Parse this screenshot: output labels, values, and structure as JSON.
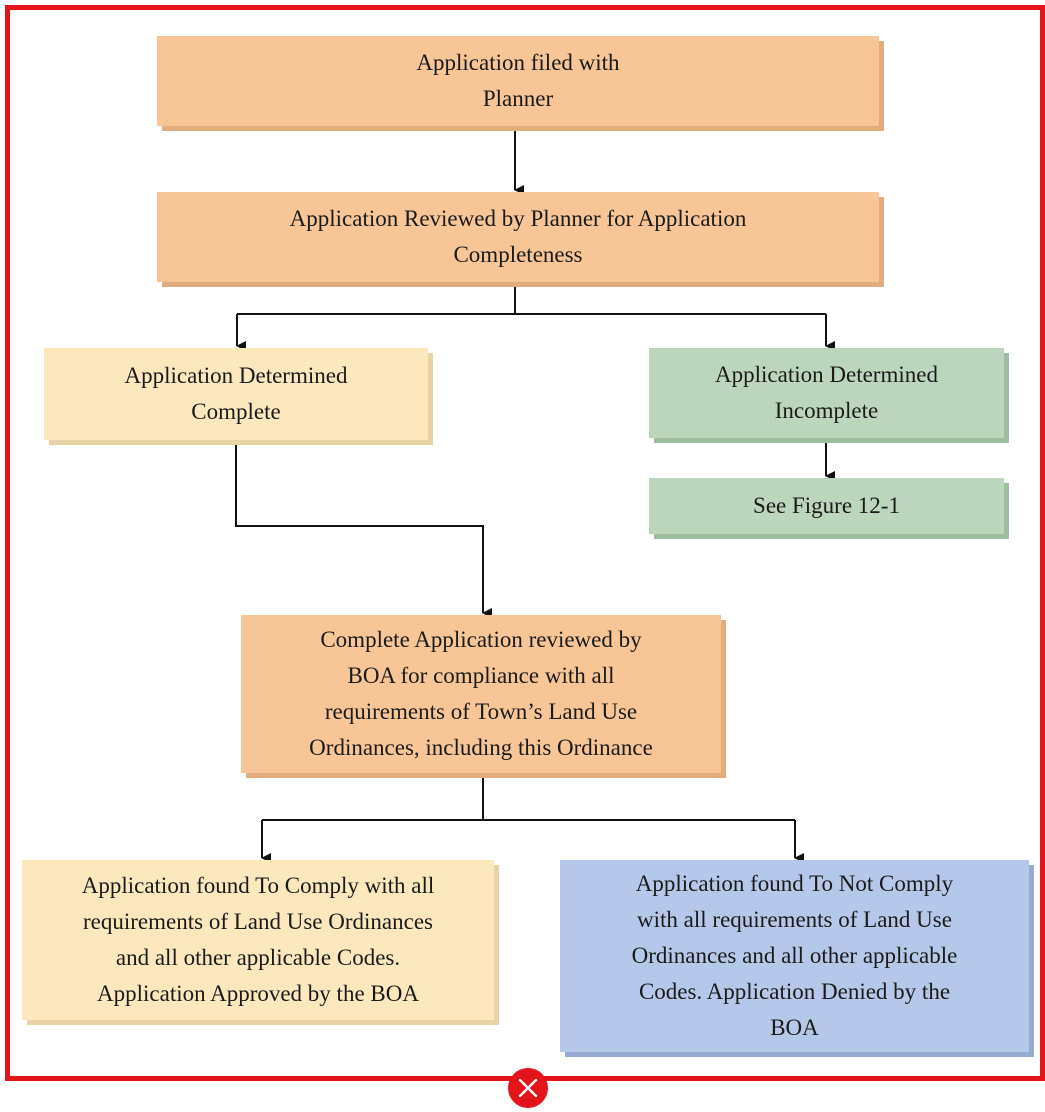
{
  "diagram": {
    "nodes": {
      "filed": "Application filed with\nPlanner",
      "reviewed": "Application Reviewed by Planner for Application\nCompleteness",
      "complete": "Application Determined\nComplete",
      "incomplete": "Application Determined\nIncomplete",
      "see_figure": "See Figure 12-1",
      "boa_review": "Complete Application reviewed by\nBOA for compliance with all\nrequirements of Town’s Land Use\nOrdinances, including this Ordinance",
      "approved": "Application found To Comply with all\nrequirements of Land Use Ordinances\nand all other applicable Codes.\nApplication Approved by the BOA",
      "denied": "Application found To Not Comply\nwith all requirements of Land Use\nOrdinances and all other applicable\nCodes. Application Denied by the\nBOA"
    },
    "colors": {
      "frame": "#e3151a",
      "orange": "#f8c596",
      "yellow": "#fde8bd",
      "green": "#bcd5bd",
      "blue": "#b5c8e9",
      "connector": "#111111"
    }
  },
  "controls": {
    "close_icon": "close-icon"
  }
}
